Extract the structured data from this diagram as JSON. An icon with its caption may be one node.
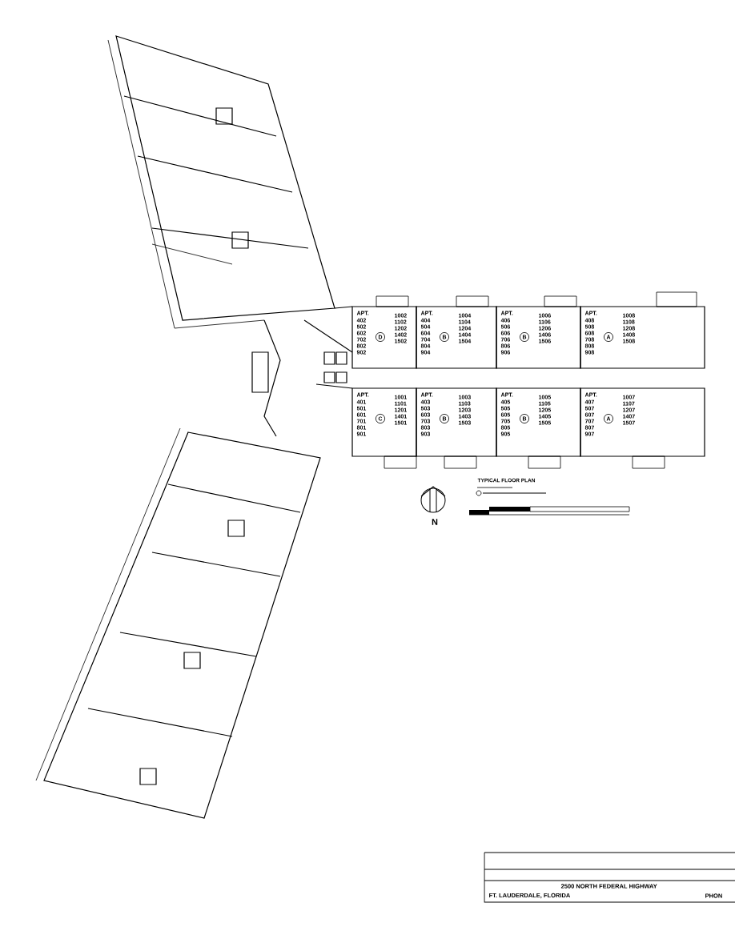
{
  "diagram": {
    "title": "TYPICAL FLOOR PLAN",
    "nodes": [
      {
        "text": [
          "APT.",
          "402 502 602 702 802 902",
          "D",
          "1002 1102 1202 1402 1502"
        ]
      },
      {
        "text": [
          "APT.",
          "404 504 604 704 804 904",
          "B",
          "1004 1104 1204 1404 1504"
        ]
      },
      {
        "text": [
          "APT.",
          "406 506 606 706 806 906",
          "B",
          "1006 1106 1206 1406 1506"
        ]
      },
      {
        "text": [
          "APT.",
          "408 508 608 708 808 908",
          "A",
          "1008 1108 1208 1408 1508"
        ]
      },
      {
        "text": [
          "APT.",
          "401 501 601 701 801 901",
          "C",
          "1001 1101 1201 1401 1501"
        ]
      },
      {
        "text": [
          "APT.",
          "403 503 603 703 803 903",
          "B",
          "1003 1103 1203 1403 1503"
        ]
      },
      {
        "text": [
          "APT.",
          "405 505 605 705 805 905",
          "B",
          "1005 1105 1205 1405 1505"
        ]
      },
      {
        "text": [
          "APT.",
          "407 507 607 707 807 907",
          "A",
          "1007 1107 1207 1407 1507"
        ]
      }
    ],
    "labels": [
      "N",
      "2500 NORTH FEDERAL HIGHWAY",
      "FT. LAUDERDALE, FLORIDA",
      "PHON"
    ]
  }
}
